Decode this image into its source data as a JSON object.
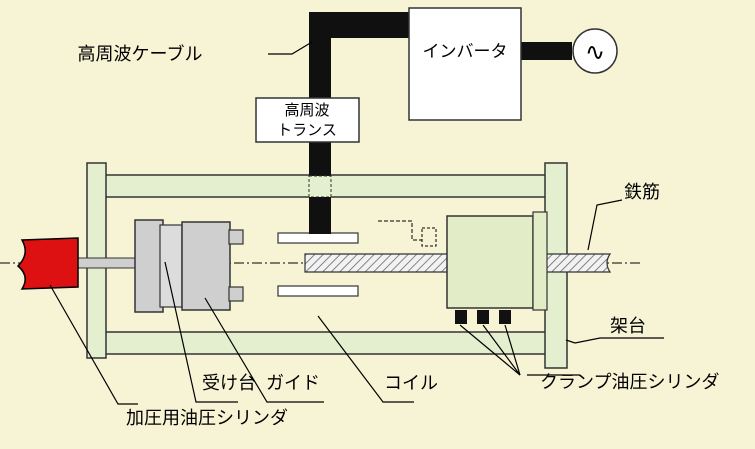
{
  "labels": {
    "hf_cable": "高周波ケーブル",
    "inverter": "インバータ",
    "transformer_line1": "高周波",
    "transformer_line2": "トランス",
    "rebar": "鉄筋",
    "frame": "架台",
    "receiving_stand": "受け台",
    "guide": "ガイド",
    "coil": "コイル",
    "clamp_cylinder": "クランプ油圧シリンダ",
    "press_cylinder": "加圧用油圧シリンダ"
  },
  "ac_symbol": "∿",
  "colors": {
    "background": "#f7f4d6",
    "frame_fill": "#e3efcf",
    "press_cylinder": "#dd1111",
    "machine_gray": "#cfcfcf",
    "clamp_body": "#e2edc8",
    "cable": "#101010"
  }
}
